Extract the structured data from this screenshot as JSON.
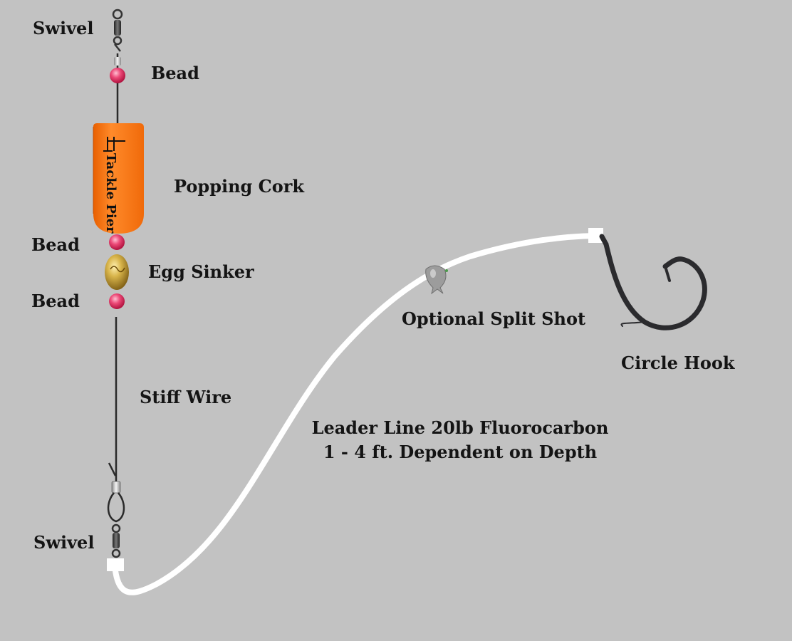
{
  "labels": {
    "swivel_top": "Swivel",
    "bead_top": "Bead",
    "popping_cork": "Popping Cork",
    "bead_middle": "Bead",
    "egg_sinker": "Egg Sinker",
    "bead_bottom": "Bead",
    "stiff_wire": "Stiff Wire",
    "swivel_bottom": "Swivel",
    "split_shot": "Optional Split Shot",
    "circle_hook": "Circle Hook",
    "leader_line_1": "Leader Line 20lb Fluorocarbon",
    "leader_line_2": "1 - 4 ft. Dependent on Depth"
  },
  "cork_brand": "Tackle Pier",
  "colors": {
    "background": "#c2c2c2",
    "cork": "#ff7a1a",
    "bead": "#e83a6a",
    "sinker": "#c9a23a",
    "leader": "#ffffff",
    "wire": "#2a2a2a",
    "hook": "#2b2b2e"
  }
}
